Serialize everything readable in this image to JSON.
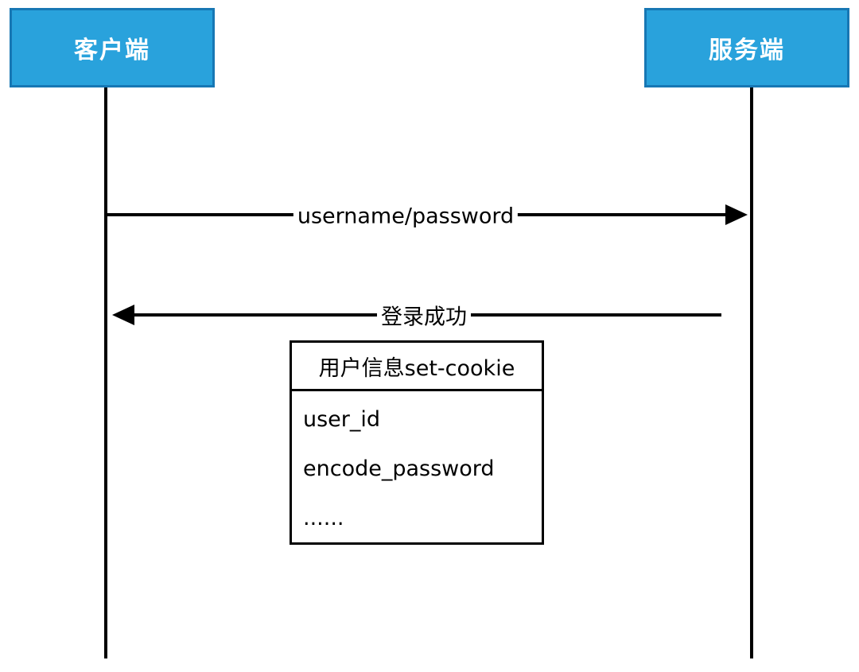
{
  "diagram": {
    "actors": {
      "client": {
        "label": "客户端"
      },
      "server": {
        "label": "服务端"
      }
    },
    "messages": [
      {
        "label": "username/password",
        "from": "client",
        "to": "server",
        "direction": "right"
      },
      {
        "label": "登录成功",
        "from": "server",
        "to": "client",
        "direction": "left"
      }
    ],
    "cookie_box": {
      "title": "用户信息set-cookie",
      "rows": [
        "user_id",
        "encode_password",
        "......"
      ]
    },
    "colors": {
      "actor_fill": "#29A2DC",
      "actor_border": "#1777B4",
      "actor_text": "#ffffff",
      "line": "#000000",
      "background": "#ffffff"
    }
  }
}
